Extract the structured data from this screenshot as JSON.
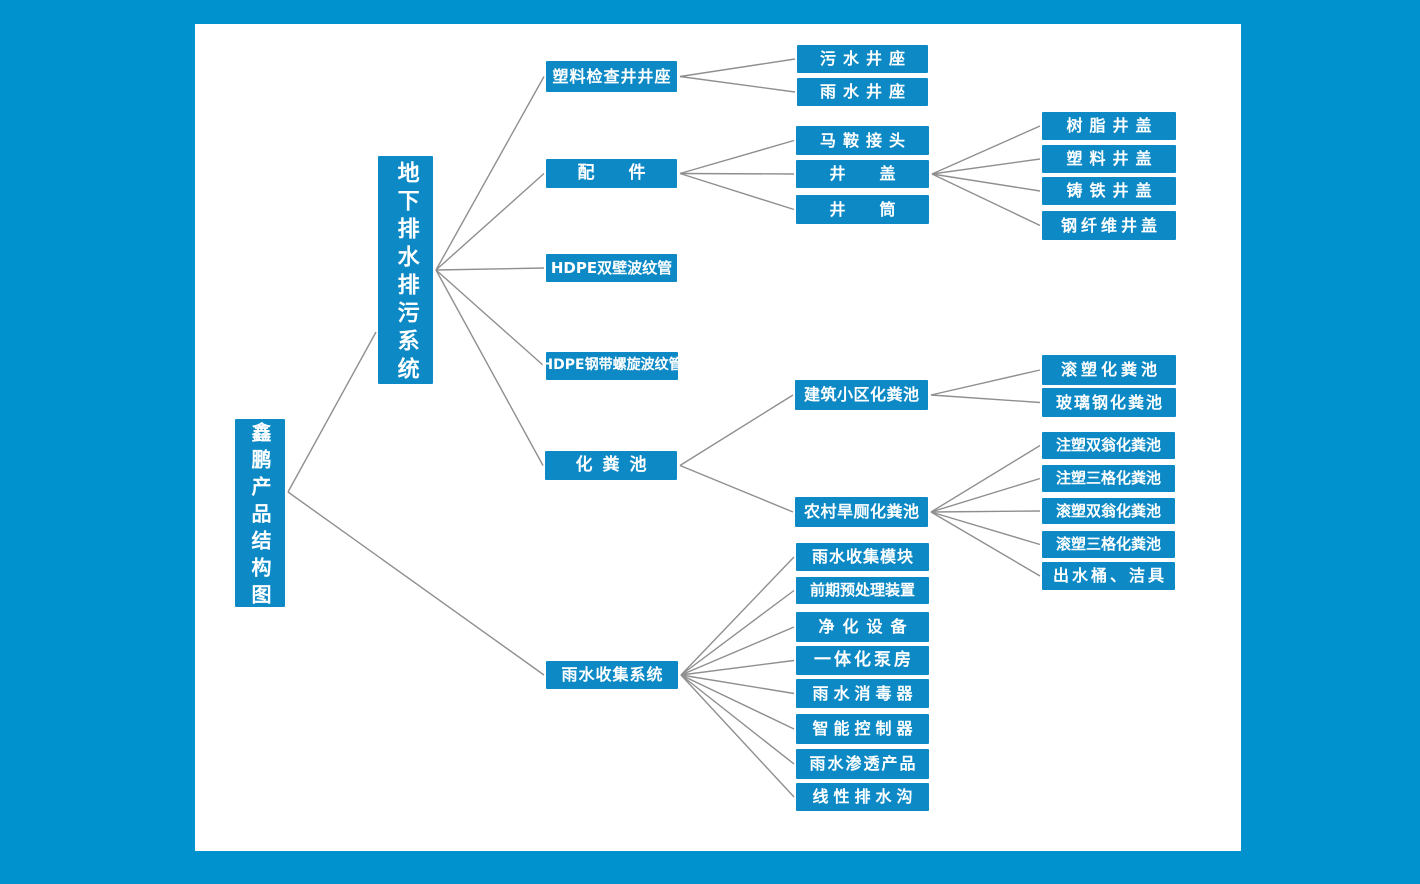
{
  "diagram": {
    "title": "鑫鹏产品结构图",
    "colors": {
      "canvas_background_blue": "#0092CF",
      "paper_white": "#FFFFFF",
      "node_blue": "#0D8AC6",
      "node_text_white": "#FFFFFF",
      "connector_gray": "#8F8F8F"
    }
  },
  "nodes": [
    {
      "id": "root",
      "label": "鑫鹏产品结构图",
      "parent": null
    },
    {
      "id": "underground",
      "label": "地下排水排污系统",
      "parent": "root"
    },
    {
      "id": "rainwater-sys",
      "label": "雨水收集系统",
      "parent": "root"
    },
    {
      "id": "plastic-seat",
      "label": "塑料检查井井座",
      "parent": "underground"
    },
    {
      "id": "fittings",
      "label": "配件",
      "parent": "underground"
    },
    {
      "id": "hdpe-double",
      "label": "HDPE双壁波纹管",
      "parent": "underground"
    },
    {
      "id": "hdpe-steel",
      "label": "HDPE钢带螺旋波纹管",
      "parent": "underground"
    },
    {
      "id": "septic",
      "label": "化粪池",
      "parent": "underground"
    },
    {
      "id": "sewage-seat",
      "label": "污水井座",
      "parent": "plastic-seat"
    },
    {
      "id": "rain-seat",
      "label": "雨水井座",
      "parent": "plastic-seat"
    },
    {
      "id": "saddle",
      "label": "马鞍接头",
      "parent": "fittings"
    },
    {
      "id": "well-cover",
      "label": "井盖",
      "parent": "fittings"
    },
    {
      "id": "well-barrel",
      "label": "井筒",
      "parent": "fittings"
    },
    {
      "id": "resin-cover",
      "label": "树脂井盖",
      "parent": "well-cover"
    },
    {
      "id": "plastic-cover",
      "label": "塑料井盖",
      "parent": "well-cover"
    },
    {
      "id": "cast-iron-cover",
      "label": "铸铁井盖",
      "parent": "well-cover"
    },
    {
      "id": "steel-fiber-cover",
      "label": "钢纤维井盖",
      "parent": "well-cover"
    },
    {
      "id": "building-septic",
      "label": "建筑小区化粪池",
      "parent": "septic"
    },
    {
      "id": "rural-septic",
      "label": "农村旱厕化粪池",
      "parent": "septic"
    },
    {
      "id": "roto-septic",
      "label": "滚塑化粪池",
      "parent": "building-septic"
    },
    {
      "id": "frp-septic",
      "label": "玻璃钢化粪池",
      "parent": "building-septic"
    },
    {
      "id": "inj-double",
      "label": "注塑双翁化粪池",
      "parent": "rural-septic"
    },
    {
      "id": "inj-three",
      "label": "注塑三格化粪池",
      "parent": "rural-septic"
    },
    {
      "id": "roto-double",
      "label": "滚塑双翁化粪池",
      "parent": "rural-septic"
    },
    {
      "id": "roto-three",
      "label": "滚塑三格化粪池",
      "parent": "rural-septic"
    },
    {
      "id": "outlet",
      "label": "出水桶、洁具",
      "parent": "rural-septic"
    },
    {
      "id": "rain-module",
      "label": "雨水收集模块",
      "parent": "rainwater-sys"
    },
    {
      "id": "pretreat",
      "label": "前期预处理装置",
      "parent": "rainwater-sys"
    },
    {
      "id": "purify",
      "label": "净化设备",
      "parent": "rainwater-sys"
    },
    {
      "id": "pump",
      "label": "一体化泵房",
      "parent": "rainwater-sys"
    },
    {
      "id": "disinfect",
      "label": "雨水消毒器",
      "parent": "rainwater-sys"
    },
    {
      "id": "controller",
      "label": "智能控制器",
      "parent": "rainwater-sys"
    },
    {
      "id": "infiltration",
      "label": "雨水渗透产品",
      "parent": "rainwater-sys"
    },
    {
      "id": "linear-drain",
      "label": "线性排水沟",
      "parent": "rainwater-sys"
    }
  ]
}
